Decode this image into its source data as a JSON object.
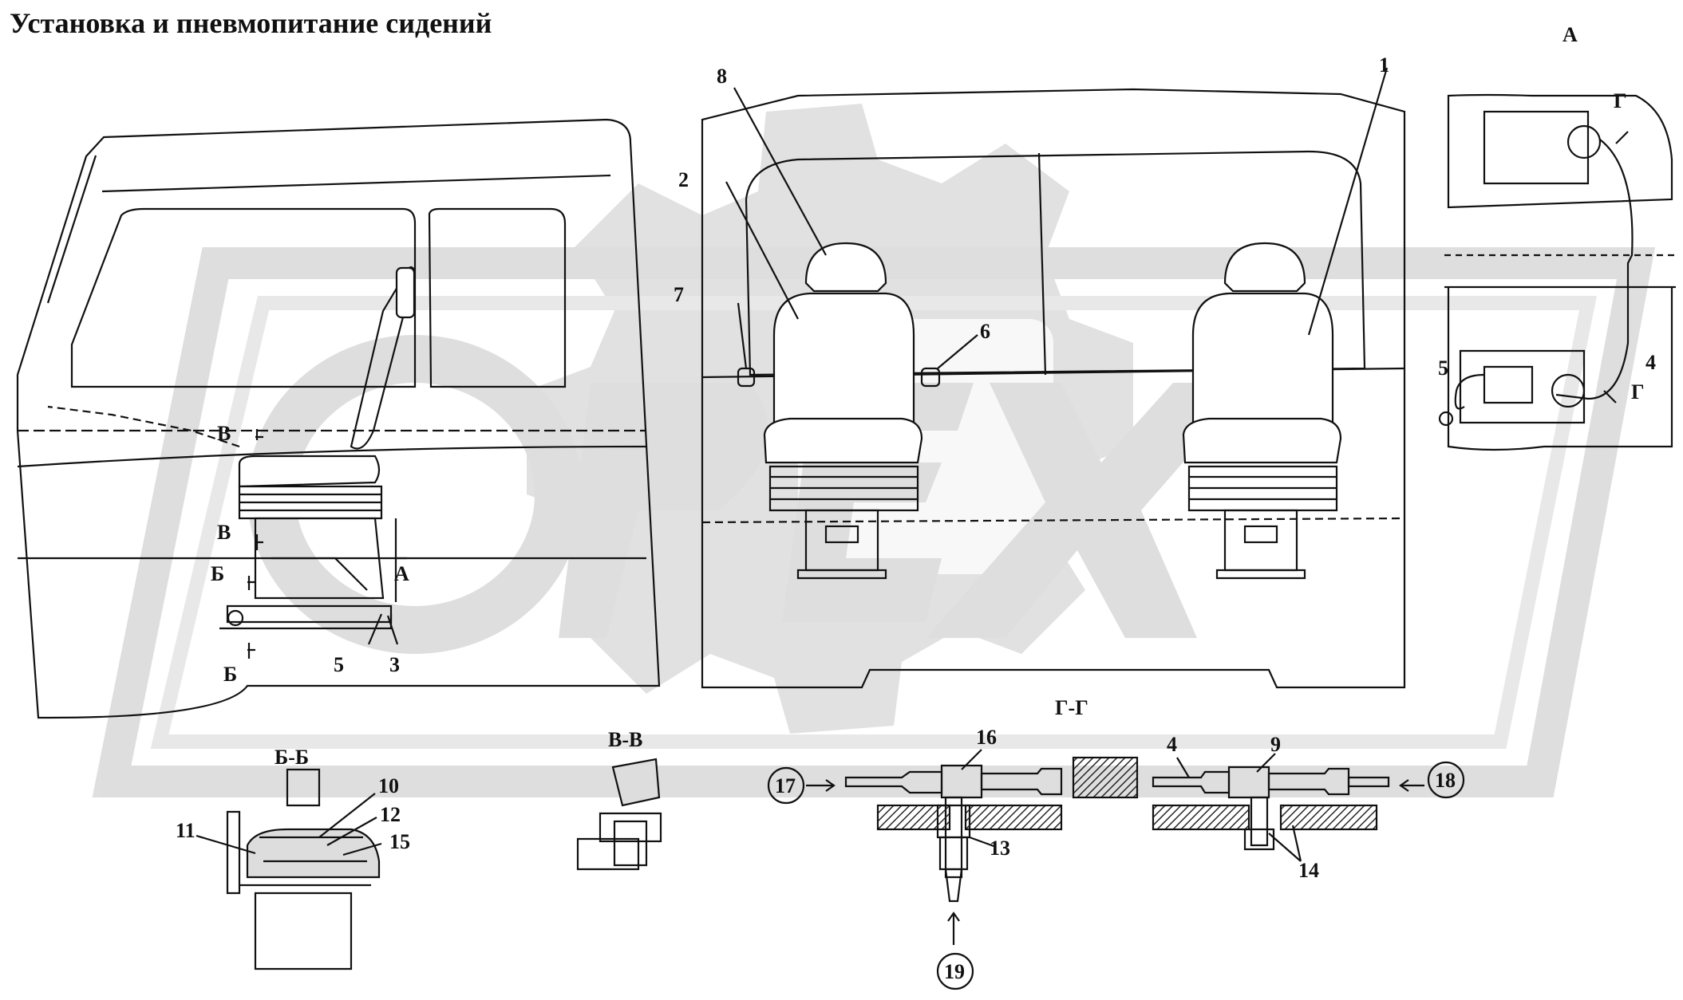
{
  "title": "Установка и пневмопитание сидений",
  "view_marker": "А",
  "watermark": "OPEX",
  "callouts": [
    "1",
    "2",
    "3",
    "4",
    "5",
    "6",
    "7",
    "8",
    "9",
    "10",
    "11",
    "12",
    "13",
    "14",
    "15",
    "16"
  ],
  "circled": [
    "17",
    "18",
    "19"
  ],
  "section_marks": {
    "v": "В",
    "b": "Б",
    "a": "А",
    "g": "Г"
  },
  "section_titles": {
    "bb": "Б-Б",
    "vv": "В-В",
    "gg": "Г-Г"
  }
}
